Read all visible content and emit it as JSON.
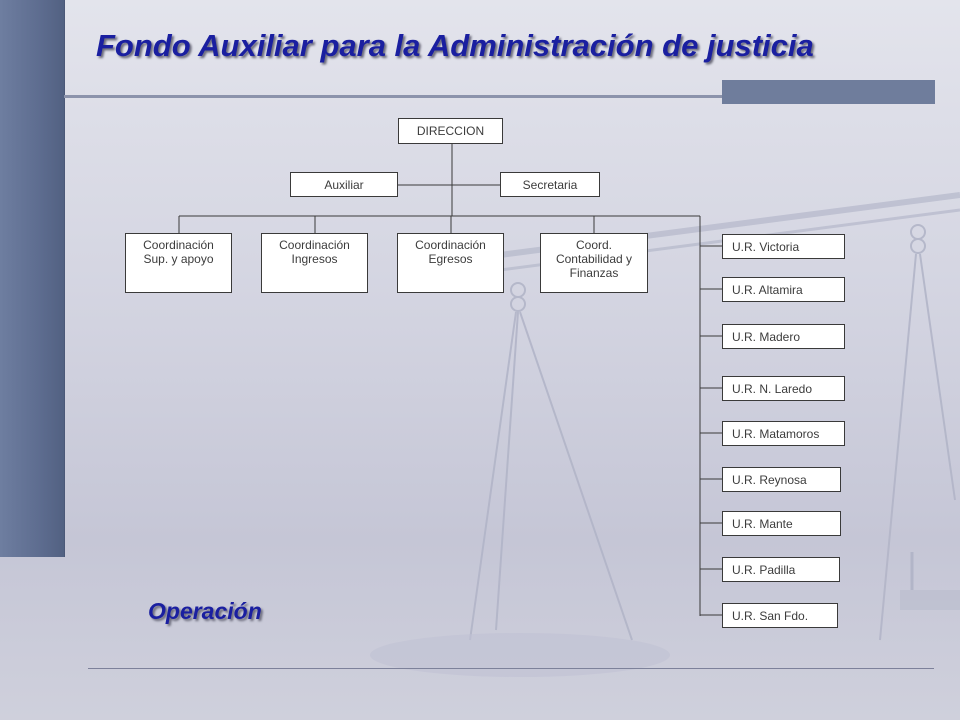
{
  "title": "Fondo Auxiliar para la Administración de justicia",
  "footer_label": "Operación",
  "org": {
    "direction": "DIRECCION",
    "staff": {
      "left": "Auxiliar",
      "right": "Secretaria"
    },
    "coordinations": [
      "Coordinación\nSup. y apoyo",
      "Coordinación\nIngresos",
      "Coordinación\nEgresos",
      "Coord.\nContabilidad y\nFinanzas"
    ],
    "regional_units": [
      "U.R. Victoria",
      "U.R.  Altamira",
      "U.R.  Madero",
      "U.R. N. Laredo",
      "U.R. Matamoros",
      "U.R. Reynosa",
      "U.R. Mante",
      "U.R. Padilla",
      "U.R. San Fdo."
    ]
  },
  "colors": {
    "title": "#1a1fa0",
    "left_bar": "#6e7ea0",
    "box_border": "#3a3a3a",
    "connector": "#3a3a3a"
  }
}
